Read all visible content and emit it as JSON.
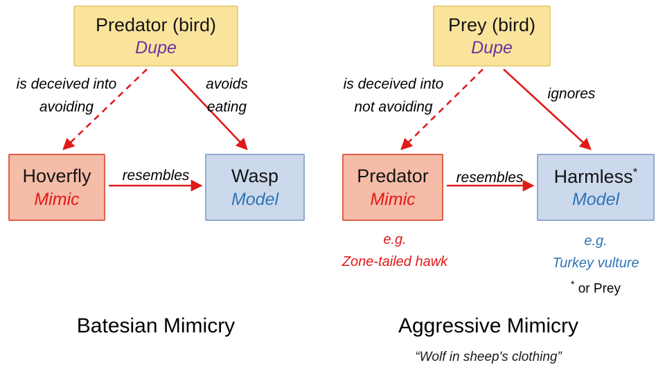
{
  "colors": {
    "arrow_red": "#e01a1a",
    "dupe_box_bg": "#fae49c",
    "mimic_box_bg": "#f5bca7",
    "model_box_bg": "#ccd9ed",
    "dupe_role": "#7030a0",
    "mimic_role": "#e01a1a",
    "model_role": "#2e74b5"
  },
  "left": {
    "title": "Batesian Mimicry",
    "dupe_box": {
      "line1": "Predator (bird)",
      "line2": "Dupe"
    },
    "mimic_box": {
      "line1": "Hoverfly",
      "line2": "Mimic"
    },
    "model_box": {
      "line1": "Wasp",
      "line2": "Model"
    },
    "edge_dupe_mimic": {
      "line1": "is deceived into",
      "line2": "avoiding"
    },
    "edge_dupe_model": {
      "line1": "avoids",
      "line2": "eating"
    },
    "edge_mimic_model": "resembles"
  },
  "right": {
    "title": "Aggressive Mimicry",
    "subtitle": "“Wolf in sheep's clothing”",
    "dupe_box": {
      "line1": "Prey (bird)",
      "line2": "Dupe"
    },
    "mimic_box": {
      "line1": "Predator",
      "line2": "Mimic"
    },
    "model_box": {
      "line1": "Harmless",
      "star": "*",
      "line2": "Model"
    },
    "edge_dupe_mimic": {
      "line1": "is deceived into",
      "line2": "not avoiding"
    },
    "edge_dupe_model": "ignores",
    "edge_mimic_model": "resembles",
    "mimic_example": {
      "line1": "e.g.",
      "line2": "Zone-tailed hawk"
    },
    "model_example": {
      "line1": "e.g.",
      "line2": "Turkey vulture"
    },
    "footnote_star": "*",
    "footnote_text": " or Prey"
  }
}
